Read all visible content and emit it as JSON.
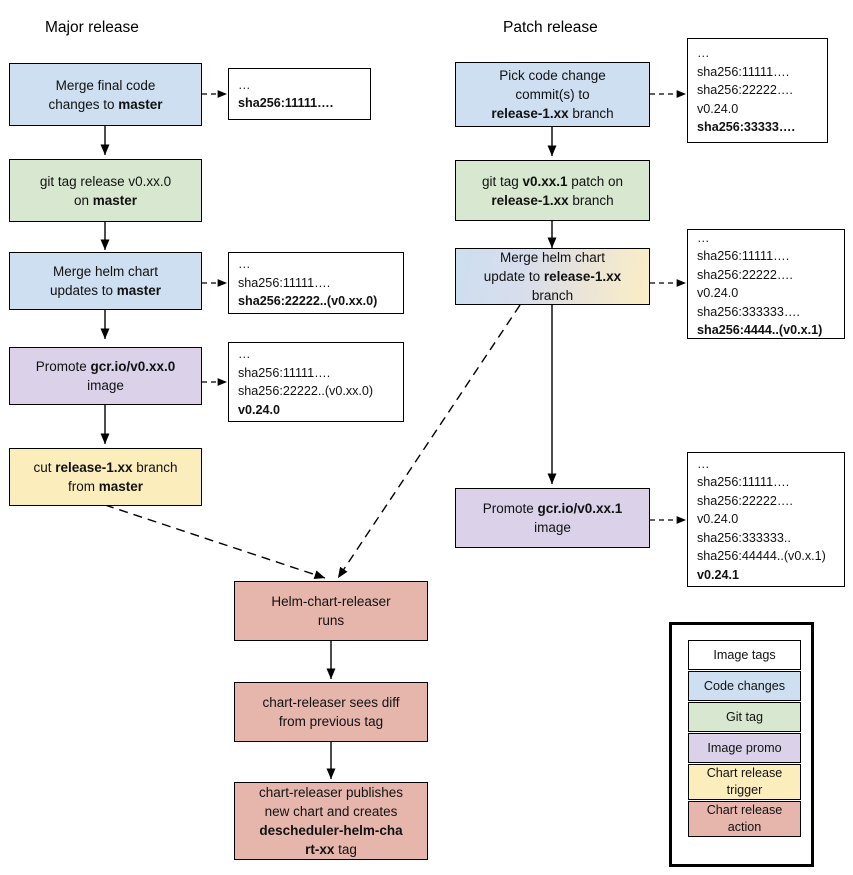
{
  "titles": {
    "major": "Major release",
    "patch": "Patch release"
  },
  "colors": {
    "code_changes": "#cddff0",
    "git_tag": "#d8e7cf",
    "image_promo": "#dbd2ea",
    "chart_release_trigger": "#fcedbd",
    "chart_release_action": "#e6b6ad",
    "image_tags": "#ffffff",
    "border": "#000000",
    "background": "#ffffff"
  },
  "major_flow": {
    "step1": {
      "line1": "Merge final code",
      "line2_prefix": "changes to ",
      "line2_bold": "master"
    },
    "step2": {
      "line1": "git tag release v0.xx.0",
      "line2_prefix": "on ",
      "line2_bold": "master"
    },
    "step3": {
      "line1": "Merge helm chart",
      "line2_prefix": "updates to ",
      "line2_bold": "master"
    },
    "step4": {
      "line1_prefix": "Promote ",
      "line1_bold": "gcr.io/v0.xx.0",
      "line2": "image"
    },
    "step5": {
      "line1_prefix": "cut ",
      "line1_bold": "release-1.xx",
      "line1_suffix": " branch",
      "line2_prefix": "from ",
      "line2_bold": "master"
    }
  },
  "patch_flow": {
    "step1": {
      "line1": "Pick code change",
      "line2": "commit(s) to",
      "line3_bold": "release-1.xx",
      "line3_suffix": " branch"
    },
    "step2": {
      "line1_prefix": "git tag ",
      "line1_bold": "v0.xx.1",
      "line1_suffix": " patch on",
      "line2_bold": "release-1.xx",
      "line2_suffix": " branch"
    },
    "step3": {
      "line1": "Merge helm chart",
      "line2_prefix": "update to ",
      "line2_bold": "release-1.xx",
      "line3": "branch"
    },
    "step4": {
      "line1_prefix": "Promote ",
      "line1_bold": "gcr.io/v0.xx.1",
      "line2": "image"
    }
  },
  "releaser_flow": {
    "step1": {
      "line1": "Helm-chart-releaser",
      "line2": "runs"
    },
    "step2": {
      "line1": "chart-releaser sees diff",
      "line2": "from previous tag"
    },
    "step3": {
      "line1": "chart-releaser publishes",
      "line2": "new chart and creates",
      "line3_bold": "descheduler-helm-cha",
      "line4_bold": "rt-xx",
      "line4_suffix": " tag"
    }
  },
  "tag_boxes": {
    "major_step1": {
      "lines": [
        {
          "text": "…",
          "bold": false
        },
        {
          "text": "sha256:11111….",
          "bold": true
        }
      ]
    },
    "major_step3": {
      "lines": [
        {
          "text": "…",
          "bold": false
        },
        {
          "text": "sha256:11111….",
          "bold": false
        },
        {
          "text": "sha256:22222..(v0.xx.0)",
          "bold": true
        }
      ]
    },
    "major_step4": {
      "lines": [
        {
          "text": "…",
          "bold": false
        },
        {
          "text": "sha256:11111….",
          "bold": false
        },
        {
          "text": "sha256:22222..(v0.xx.0)",
          "bold": false
        },
        {
          "text": "v0.24.0",
          "bold": true
        }
      ]
    },
    "patch_step1": {
      "lines": [
        {
          "text": "…",
          "bold": false
        },
        {
          "text": "sha256:11111….",
          "bold": false
        },
        {
          "text": "sha256:22222….",
          "bold": false
        },
        {
          "text": "v0.24.0",
          "bold": false
        },
        {
          "text": "sha256:33333….",
          "bold": true
        }
      ]
    },
    "patch_step3": {
      "lines": [
        {
          "text": "…",
          "bold": false
        },
        {
          "text": "sha256:11111….",
          "bold": false
        },
        {
          "text": "sha256:22222….",
          "bold": false
        },
        {
          "text": "v0.24.0",
          "bold": false
        },
        {
          "text": "sha256:333333….",
          "bold": false
        },
        {
          "text": "sha256:4444..(v0.x.1)",
          "bold": true
        }
      ]
    },
    "patch_step4": {
      "lines": [
        {
          "text": "…",
          "bold": false
        },
        {
          "text": "sha256:11111….",
          "bold": false
        },
        {
          "text": "sha256:22222….",
          "bold": false
        },
        {
          "text": "v0.24.0",
          "bold": false
        },
        {
          "text": "sha256:333333..",
          "bold": false
        },
        {
          "text": "sha256:44444..(v0.x.1)",
          "bold": false
        },
        {
          "text": "v0.24.1",
          "bold": true
        }
      ]
    }
  },
  "legend": {
    "items": [
      {
        "label": "Image tags",
        "color_key": "image_tags"
      },
      {
        "label": "Code changes",
        "color_key": "code_changes"
      },
      {
        "label": "Git tag",
        "color_key": "git_tag"
      },
      {
        "label": "Image promo",
        "color_key": "image_promo"
      },
      {
        "label": "Chart release\ntrigger",
        "color_key": "chart_release_trigger"
      },
      {
        "label": "Chart release\naction",
        "color_key": "chart_release_action"
      }
    ]
  }
}
